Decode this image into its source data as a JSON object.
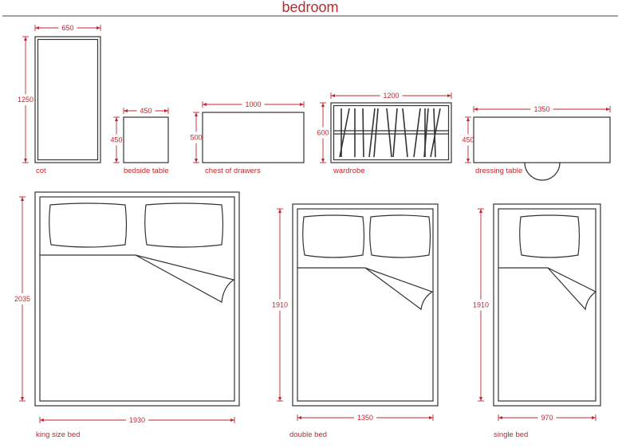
{
  "title": "bedroom",
  "colors": {
    "accent": "#c0272d",
    "line": "#333333"
  },
  "items": [
    {
      "label": "cot",
      "width": "650",
      "height": "1250"
    },
    {
      "label": "bedside table",
      "width": "450",
      "height": "450"
    },
    {
      "label": "chest of drawers",
      "width": "1000",
      "height": "500"
    },
    {
      "label": "wardrobe",
      "width": "1200",
      "height": "600"
    },
    {
      "label": "dressing table",
      "width": "1350",
      "height": "450"
    },
    {
      "label": "king size bed",
      "width": "1930",
      "height": "2035"
    },
    {
      "label": "double bed",
      "width": "1350",
      "height": "1910"
    },
    {
      "label": "single bed",
      "width": "970",
      "height": "1910"
    }
  ]
}
